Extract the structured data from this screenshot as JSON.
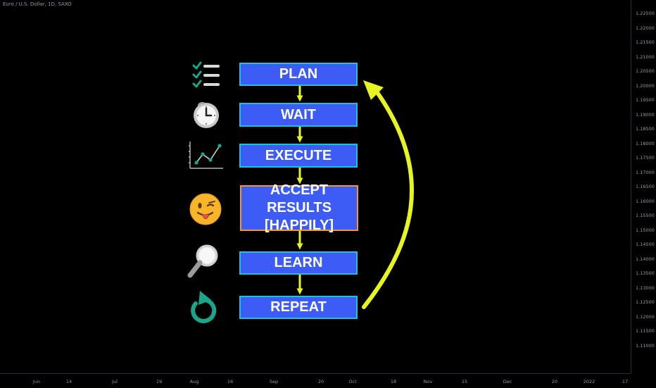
{
  "chart": {
    "title": "Euro / U.S. Dollar, 1D, SAXO",
    "price_labels": [
      "1.22500",
      "1.22000",
      "1.21500",
      "1.21000",
      "1.20500",
      "1.20000",
      "1.19500",
      "1.19000",
      "1.18500",
      "1.18000",
      "1.17500",
      "1.17000",
      "1.16500",
      "1.16000",
      "1.15500",
      "1.15000",
      "1.14500",
      "1.14000",
      "1.13500",
      "1.13000",
      "1.12500",
      "1.12000",
      "1.11500",
      "1.11000"
    ],
    "time_labels": [
      "Jun",
      "14",
      "Jul",
      "19",
      "Aug",
      "16",
      "Sep",
      "20",
      "Oct",
      "18",
      "Nov",
      "15",
      "Dec",
      "20",
      "2022",
      "17"
    ]
  },
  "steps": [
    {
      "id": "plan",
      "label": "PLAN",
      "icon": "checklist-icon"
    },
    {
      "id": "wait",
      "label": "WAIT",
      "icon": "clock-icon"
    },
    {
      "id": "execute",
      "label": "EXECUTE",
      "icon": "line-chart-icon"
    },
    {
      "id": "accept",
      "label_line1": "ACCEPT RESULTS",
      "label_line2": "[HAPPILY]",
      "icon": "winking-emoji-icon"
    },
    {
      "id": "learn",
      "label": "LEARN",
      "icon": "magnifier-icon"
    },
    {
      "id": "repeat",
      "label": "REPEAT",
      "icon": "refresh-icon"
    }
  ],
  "colors": {
    "background": "#000000",
    "box_fill": "#3d5cf5",
    "box_border": "#22c0e0",
    "highlight_border": "#f09a2a",
    "arrow": "#e6f51f",
    "check": "#1aa68a",
    "scale_text": "#9598a1"
  }
}
